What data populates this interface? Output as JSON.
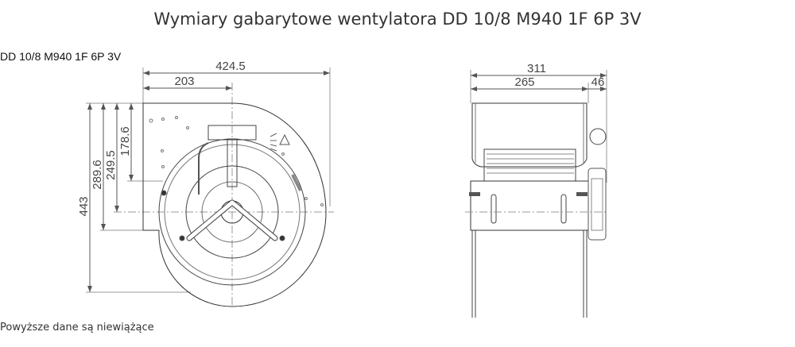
{
  "title": "Wymiary gabarytowe wentylatora DD 10/8 M940 1F 6P 3V",
  "model_label": "DD 10/8 M940 1F 6P 3V",
  "footer_note": "Powyższe dane są niewiążące",
  "drawing": {
    "side_view_dimensions": {
      "overall_width": "424.5",
      "to_axis_width": "203",
      "overall_height": "443",
      "height_1": "289.6",
      "height_2": "249.5",
      "height_3": "178.6"
    },
    "front_view_dimensions": {
      "overall_depth": "311",
      "housing_depth": "265",
      "motor_protrusion": "46"
    }
  }
}
